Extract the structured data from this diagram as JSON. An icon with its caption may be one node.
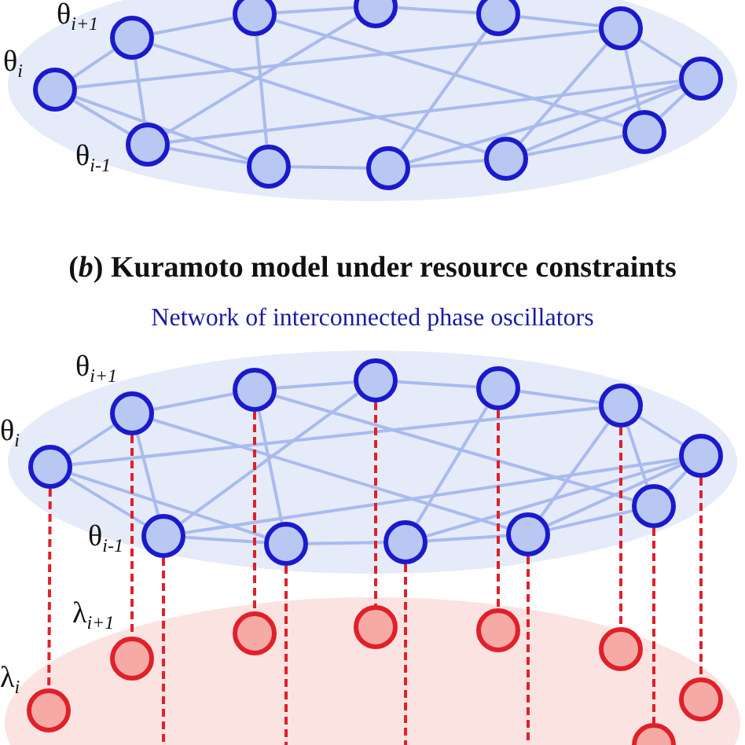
{
  "diagram": {
    "nodes": [
      {
        "text": [],
        "shape": "ellipse"
      },
      {
        "text": [],
        "shape": "circle",
        "in": 0,
        "beside": [
          "θ$_{i}$"
        ]
      },
      {
        "text": [],
        "shape": "circle",
        "in": 0,
        "beside": [
          "θ$_{i+1}$"
        ]
      },
      {
        "text": [],
        "shape": "circle",
        "in": 0
      },
      {
        "text": [],
        "shape": "circle",
        "in": 0
      },
      {
        "text": [],
        "shape": "circle",
        "in": 0
      },
      {
        "text": [],
        "shape": "circle",
        "in": 0
      },
      {
        "text": [],
        "shape": "circle",
        "in": 0
      },
      {
        "text": [],
        "shape": "circle",
        "in": 0
      },
      {
        "text": [],
        "shape": "circle",
        "in": 0
      },
      {
        "text": [],
        "shape": "circle",
        "in": 0
      },
      {
        "text": [],
        "shape": "circle",
        "in": 0
      },
      {
        "text": [],
        "shape": "circle",
        "in": 0,
        "beside": [
          "θ$_{i-1}$"
        ]
      },
      {
        "text": [],
        "shape": "ellipse"
      },
      {
        "text": [],
        "shape": "circle",
        "in": 13,
        "beside": [
          "θ$_{i}$"
        ]
      },
      {
        "text": [],
        "shape": "circle",
        "in": 13,
        "beside": [
          "θ$_{i+1}$"
        ]
      },
      {
        "text": [],
        "shape": "circle",
        "in": 13
      },
      {
        "text": [],
        "shape": "circle",
        "in": 13
      },
      {
        "text": [],
        "shape": "circle",
        "in": 13
      },
      {
        "text": [],
        "shape": "circle",
        "in": 13
      },
      {
        "text": [],
        "shape": "circle",
        "in": 13
      },
      {
        "text": [],
        "shape": "circle",
        "in": 13
      },
      {
        "text": [],
        "shape": "circle",
        "in": 13
      },
      {
        "text": [],
        "shape": "circle",
        "in": 13
      },
      {
        "text": [],
        "shape": "circle",
        "in": 13
      },
      {
        "text": [],
        "shape": "circle",
        "in": 13,
        "beside": [
          "θ$_{i-1}$"
        ]
      },
      {
        "text": [],
        "shape": "ellipse"
      },
      {
        "text": [],
        "shape": "circle",
        "in": 26,
        "beside": [
          "λ$_{i}$"
        ]
      },
      {
        "text": [],
        "shape": "circle",
        "in": 26,
        "beside": [
          "λ$_{i+1}$"
        ]
      },
      {
        "text": [],
        "shape": "circle",
        "in": 26
      },
      {
        "text": [],
        "shape": "circle",
        "in": 26
      },
      {
        "text": [],
        "shape": "circle",
        "in": 26
      },
      {
        "text": [],
        "shape": "circle",
        "in": 26
      },
      {
        "text": [],
        "shape": "circle",
        "in": 26
      },
      {
        "text": [],
        "shape": "circle",
        "in": 26
      }
    ],
    "edges": [
      {
        "from": 1,
        "to": 2,
        "arrow": "none"
      },
      {
        "from": 1,
        "to": 12,
        "arrow": "none"
      },
      {
        "from": 1,
        "to": 11,
        "arrow": "none"
      },
      {
        "from": 1,
        "to": 6,
        "arrow": "none"
      },
      {
        "from": 2,
        "to": 3,
        "arrow": "none"
      },
      {
        "from": 2,
        "to": 12,
        "arrow": "none"
      },
      {
        "from": 2,
        "to": 9,
        "arrow": "none"
      },
      {
        "from": 3,
        "to": 4,
        "arrow": "none"
      },
      {
        "from": 3,
        "to": 11,
        "arrow": "none"
      },
      {
        "from": 3,
        "to": 8,
        "arrow": "none"
      },
      {
        "from": 4,
        "to": 12,
        "arrow": "none"
      },
      {
        "from": 4,
        "to": 5,
        "arrow": "none"
      },
      {
        "from": 5,
        "to": 6,
        "arrow": "none"
      },
      {
        "from": 5,
        "to": 10,
        "arrow": "none"
      },
      {
        "from": 6,
        "to": 7,
        "arrow": "none"
      },
      {
        "from": 6,
        "to": 8,
        "arrow": "none"
      },
      {
        "from": 6,
        "to": 9,
        "arrow": "none"
      },
      {
        "from": 7,
        "to": 8,
        "arrow": "none"
      },
      {
        "from": 7,
        "to": 12,
        "arrow": "none"
      },
      {
        "from": 7,
        "to": 9,
        "arrow": "none"
      },
      {
        "from": 7,
        "to": 10,
        "arrow": "none"
      },
      {
        "from": 8,
        "to": 9,
        "arrow": "none"
      },
      {
        "from": 9,
        "to": 10,
        "arrow": "none"
      },
      {
        "from": 10,
        "to": 11,
        "arrow": "none"
      },
      {
        "from": 11,
        "to": 12,
        "arrow": "none"
      },
      {
        "from": 14,
        "to": 15,
        "arrow": "none"
      },
      {
        "from": 14,
        "to": 25,
        "arrow": "none"
      },
      {
        "from": 14,
        "to": 24,
        "arrow": "none"
      },
      {
        "from": 14,
        "to": 19,
        "arrow": "none"
      },
      {
        "from": 15,
        "to": 16,
        "arrow": "none"
      },
      {
        "from": 15,
        "to": 25,
        "arrow": "none"
      },
      {
        "from": 15,
        "to": 22,
        "arrow": "none"
      },
      {
        "from": 16,
        "to": 17,
        "arrow": "none"
      },
      {
        "from": 16,
        "to": 24,
        "arrow": "none"
      },
      {
        "from": 16,
        "to": 21,
        "arrow": "none"
      },
      {
        "from": 17,
        "to": 25,
        "arrow": "none"
      },
      {
        "from": 17,
        "to": 18,
        "arrow": "none"
      },
      {
        "from": 18,
        "to": 19,
        "arrow": "none"
      },
      {
        "from": 18,
        "to": 23,
        "arrow": "none"
      },
      {
        "from": 19,
        "to": 20,
        "arrow": "none"
      },
      {
        "from": 19,
        "to": 21,
        "arrow": "none"
      },
      {
        "from": 19,
        "to": 22,
        "arrow": "none"
      },
      {
        "from": 20,
        "to": 21,
        "arrow": "none"
      },
      {
        "from": 20,
        "to": 25,
        "arrow": "none"
      },
      {
        "from": 20,
        "to": 22,
        "arrow": "none"
      },
      {
        "from": 20,
        "to": 23,
        "arrow": "none"
      },
      {
        "from": 21,
        "to": 22,
        "arrow": "none"
      },
      {
        "from": 22,
        "to": 23,
        "arrow": "none"
      },
      {
        "from": 23,
        "to": 24,
        "arrow": "none"
      },
      {
        "from": 24,
        "to": 25,
        "arrow": "none"
      },
      {
        "from": 14,
        "to": 27,
        "arrow": "none",
        "style": "dashed",
        "color": "#e0202a"
      },
      {
        "from": 15,
        "to": 28,
        "arrow": "none",
        "style": "dashed",
        "color": "#e0202a"
      },
      {
        "from": 16,
        "to": 29,
        "arrow": "none",
        "style": "dashed",
        "color": "#e0202a"
      },
      {
        "from": 17,
        "to": 30,
        "arrow": "none",
        "style": "dashed",
        "color": "#e0202a"
      },
      {
        "from": 18,
        "to": 31,
        "arrow": "none",
        "style": "dashed",
        "color": "#e0202a"
      },
      {
        "from": 19,
        "to": 32,
        "arrow": "none",
        "style": "dashed",
        "color": "#e0202a"
      },
      {
        "from": 20,
        "to": 33,
        "arrow": "none",
        "style": "dashed",
        "color": "#e0202a"
      },
      {
        "from": 21,
        "to": 34,
        "arrow": "none",
        "style": "dashed",
        "color": "#e0202a"
      },
      {
        "from": 22,
        "to": null,
        "arrow": "none",
        "style": "dashed",
        "color": "#e0202a"
      },
      {
        "from": 23,
        "to": null,
        "arrow": "none",
        "style": "dashed",
        "color": "#e0202a"
      },
      {
        "from": 24,
        "to": null,
        "arrow": "none",
        "style": "dashed",
        "color": "#e0202a"
      },
      {
        "from": 25,
        "to": null,
        "arrow": "none",
        "style": "dashed",
        "color": "#e0202a"
      }
    ],
    "labels": [
      "(*b*) Kuramoto model under resource constraints",
      "Network of interconnected phase oscillators"
    ]
  }
}
